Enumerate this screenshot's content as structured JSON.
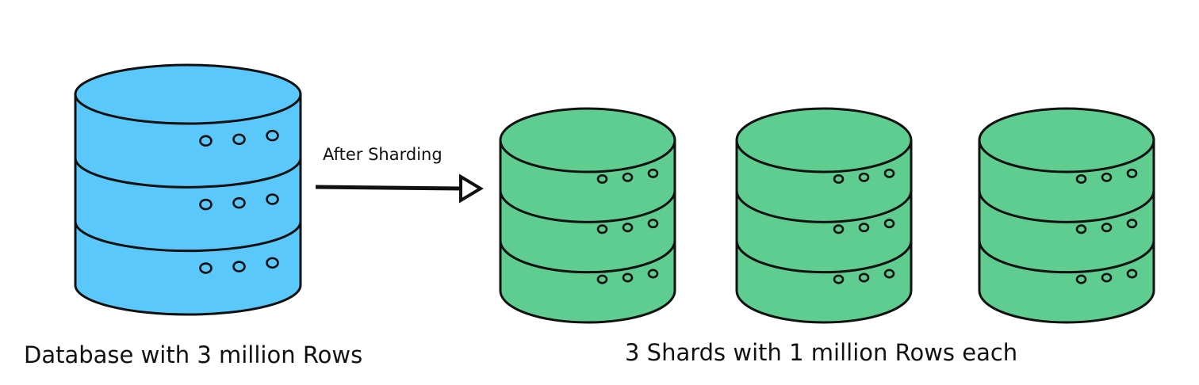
{
  "colors": {
    "source_fill": "#5ac8fa",
    "shard_fill": "#5ecd8f",
    "stroke": "#111111"
  },
  "source": {
    "label": "Database with 3 million Rows",
    "icon": "database-icon",
    "layers": 3
  },
  "arrow": {
    "label": "After Sharding",
    "icon": "arrow-right-icon"
  },
  "shards": {
    "label": "3 Shards with 1 million Rows each",
    "icon": "database-icon",
    "items": [
      {
        "layers": 3
      },
      {
        "layers": 3
      },
      {
        "layers": 3
      }
    ]
  }
}
